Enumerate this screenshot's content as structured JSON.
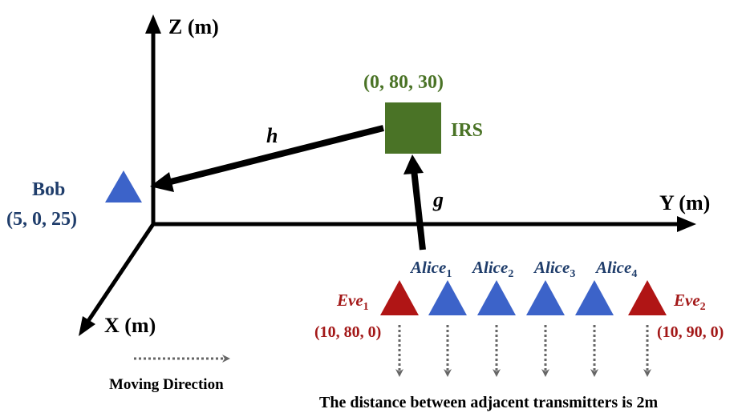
{
  "axes": {
    "z_label": "Z (m)",
    "y_label": "Y (m)",
    "x_label": "X (m)"
  },
  "irs": {
    "label": "IRS",
    "coords": "(0, 80, 30)",
    "color": "#4a7326"
  },
  "bob": {
    "label": "Bob",
    "coords": "(5, 0, 25)",
    "color": "#1f3d6b"
  },
  "channels": {
    "h": "h",
    "g": "g"
  },
  "alice": {
    "name": "Alice",
    "color": "#1f3d6b",
    "items": [
      {
        "sub": "1"
      },
      {
        "sub": "2"
      },
      {
        "sub": "3"
      },
      {
        "sub": "4"
      }
    ]
  },
  "eve": {
    "name": "Eve",
    "color": "#a31818",
    "items": [
      {
        "sub": "1",
        "coords": "(10, 80, 0)"
      },
      {
        "sub": "2",
        "coords": "(10, 90, 0)"
      }
    ]
  },
  "legend": {
    "moving_direction": "Moving Direction"
  },
  "note": "The distance between adjacent transmitters is 2m",
  "colors": {
    "blue_triangle": "#3c63c9",
    "red_triangle": "#b01515",
    "irs_square": "#4a7326",
    "dotted_arrow": "#666666"
  }
}
